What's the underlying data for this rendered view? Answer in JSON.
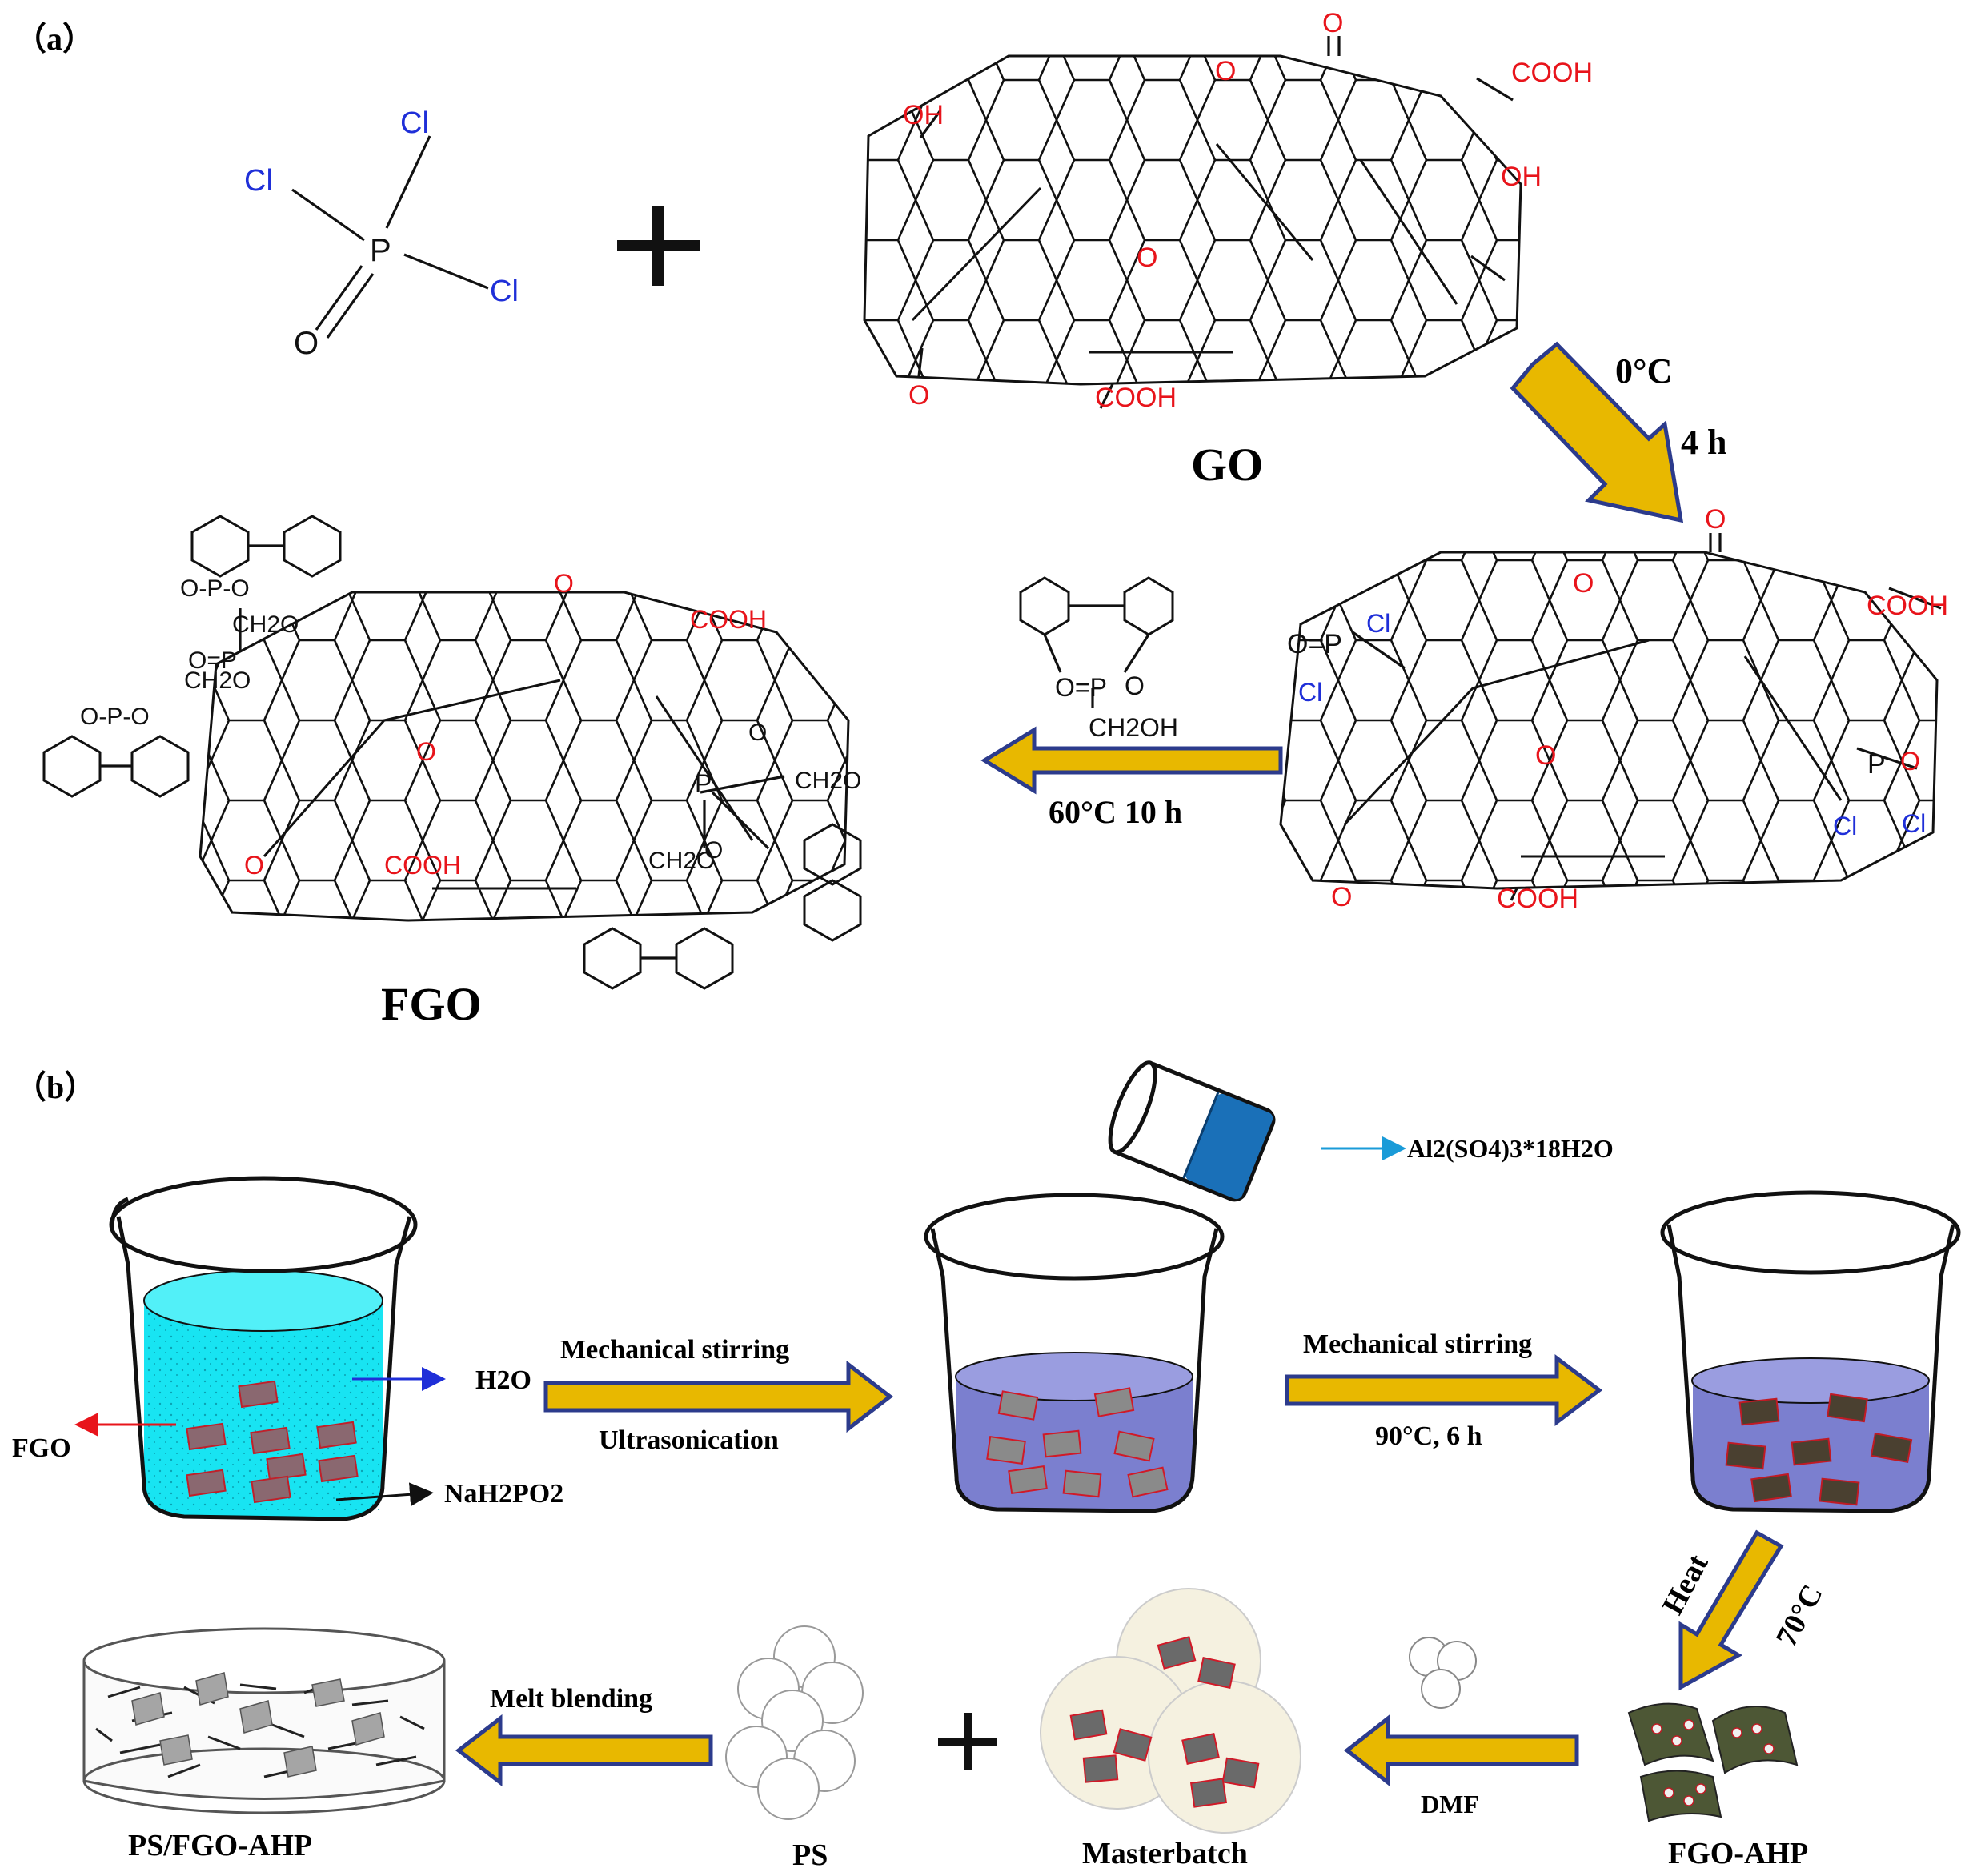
{
  "panel_a": {
    "label": "（a）",
    "reactant": {
      "atoms": {
        "P": "P",
        "O": "O",
        "Cl1": "Cl",
        "Cl2": "Cl",
        "Cl3": "Cl"
      }
    },
    "plus": "+",
    "go": {
      "name": "GO",
      "groups": {
        "oh1": "OH",
        "oh2": "OH",
        "cooh1": "COOH",
        "cooh2": "COOH",
        "o_top": "O",
        "o_epoxy_top": "O",
        "o_epoxy_mid": "O",
        "o_ketone": "O"
      }
    },
    "step1": {
      "temp": "0°C",
      "time": "4 h"
    },
    "intermediate": {
      "groups": {
        "cooh1": "COOH",
        "cooh2": "COOH",
        "o_top": "O",
        "o_epoxy": "O",
        "o_mid": "O",
        "o_ketone": "O",
        "pocl2_left": "O=P",
        "cl_a": "Cl",
        "cl_b": "Cl",
        "cl_c": "Cl",
        "cl_d": "Cl",
        "p_right": "P",
        "o_right": "O"
      }
    },
    "reagent": {
      "o_p_o": "O=P",
      "o_ring": "O",
      "ch2oh": "CH2OH"
    },
    "step2": {
      "condition": "60°C  10 h"
    },
    "fgo": {
      "name": "FGO",
      "groups": {
        "cooh1": "COOH",
        "cooh2": "COOH",
        "o_top": "O",
        "o_mid": "O",
        "o_ketone": "O",
        "ch2o_1": "CH2O",
        "ch2o_2": "CH2O",
        "ch2o_3": "CH2O",
        "ch2o_4": "CH2O",
        "opo_1": "O-P-O",
        "opo_2": "O-P-O",
        "o_eq_p": "O=P",
        "p_center": "P",
        "o_center": "O",
        "o_side": "O"
      }
    }
  },
  "panel_b": {
    "label": "（b）",
    "beaker1": {
      "h2o": "H2O",
      "fgo": "FGO",
      "nah2po2": "NaH2PO2"
    },
    "arrow1": {
      "top": "Mechanical stirring",
      "bottom": "Ultrasonication"
    },
    "pour_label": "Al2(SO4)3*18H2O",
    "arrow2": {
      "top": "Mechanical stirring",
      "bottom": "90°C, 6 h"
    },
    "arrow3": {
      "left": "Heat",
      "right": "70°C"
    },
    "fgo_ahp": "FGO-AHP",
    "arrow4": {
      "top": "PS",
      "bottom": "DMF"
    },
    "masterbatch": "Masterbatch",
    "plus": "+",
    "ps": "PS",
    "arrow5": {
      "top": "Melt blending"
    },
    "product": "PS/FGO-AHP"
  },
  "colors": {
    "arrow_fill": "#e8b800",
    "arrow_outline": "#2c3b8c",
    "water": "#18e4f2",
    "solution": "#7b7fcf",
    "oxygen_groups": "#e8141b",
    "chlorine": "#1f2fd8"
  }
}
